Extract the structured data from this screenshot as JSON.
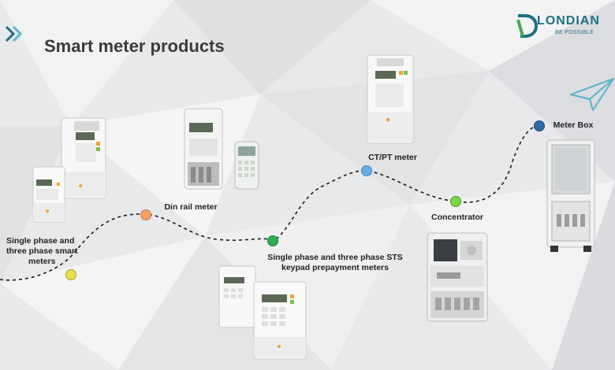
{
  "slide": {
    "title": "Smart meter products",
    "brand": {
      "name": "LONDIAN",
      "tagline": "BE POSSIBLE"
    }
  },
  "products": [
    {
      "label_line1": "Single phase and",
      "label_line2": "three phase smart",
      "label_line3": "meters",
      "marker_color": "#e8e04a"
    },
    {
      "label_line1": "Din rail meter",
      "marker_color": "#f4a06b"
    },
    {
      "label_line1": "Single phase and three phase STS",
      "label_line2": "keypad prepayment meters",
      "marker_color": "#2fae4e"
    },
    {
      "label_line1": "CT/PT meter",
      "marker_color": "#6aaee6"
    },
    {
      "label_line1": "Concentrator",
      "marker_color": "#7ed34a"
    },
    {
      "label_line1": "Meter Box",
      "marker_color": "#2d6aa8"
    }
  ],
  "colors": {
    "accent": "#1f6f86",
    "brand_green": "#4aa84a",
    "paper_plane": "#5fb7c9"
  },
  "icons": [
    "chevron-double-right-icon",
    "paper-plane-icon",
    "londian-logo-icon"
  ]
}
